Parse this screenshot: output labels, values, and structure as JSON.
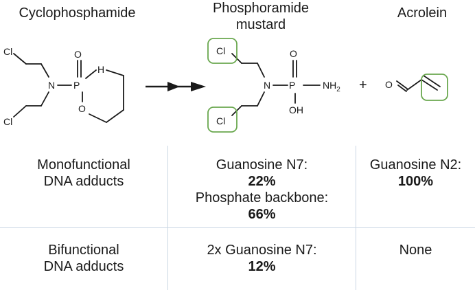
{
  "compounds": {
    "cyclophosphamide": "Cyclophosphamide",
    "phosphoramide_line1": "Phosphoramide",
    "phosphoramide_line2": "mustard",
    "acrolein": "Acrolein"
  },
  "atoms": {
    "cl": "Cl",
    "n": "N",
    "p": "P",
    "o": "O",
    "h": "H",
    "nh2": "NH",
    "nh2_sub": "2",
    "oh": "OH"
  },
  "plus": "+",
  "table": {
    "row1_label_line1": "Monofunctional",
    "row1_label_line2": "DNA adducts",
    "row2_label_line1": "Bifunctional",
    "row2_label_line2": "DNA adducts",
    "r1c2_a_label": "Guanosine N7:",
    "r1c2_a_value": "22%",
    "r1c2_b_label": "Phosphate backbone:",
    "r1c2_b_value": "66%",
    "r1c3_label": "Guanosine N2:",
    "r1c3_value": "100%",
    "r2c2_label": "2x Guanosine N7:",
    "r2c2_value": "12%",
    "r2c3_value": "None"
  },
  "colors": {
    "highlight_box": "#6aa84f",
    "grid_line": "#c9d6e3",
    "bond": "#1a1a1a"
  }
}
